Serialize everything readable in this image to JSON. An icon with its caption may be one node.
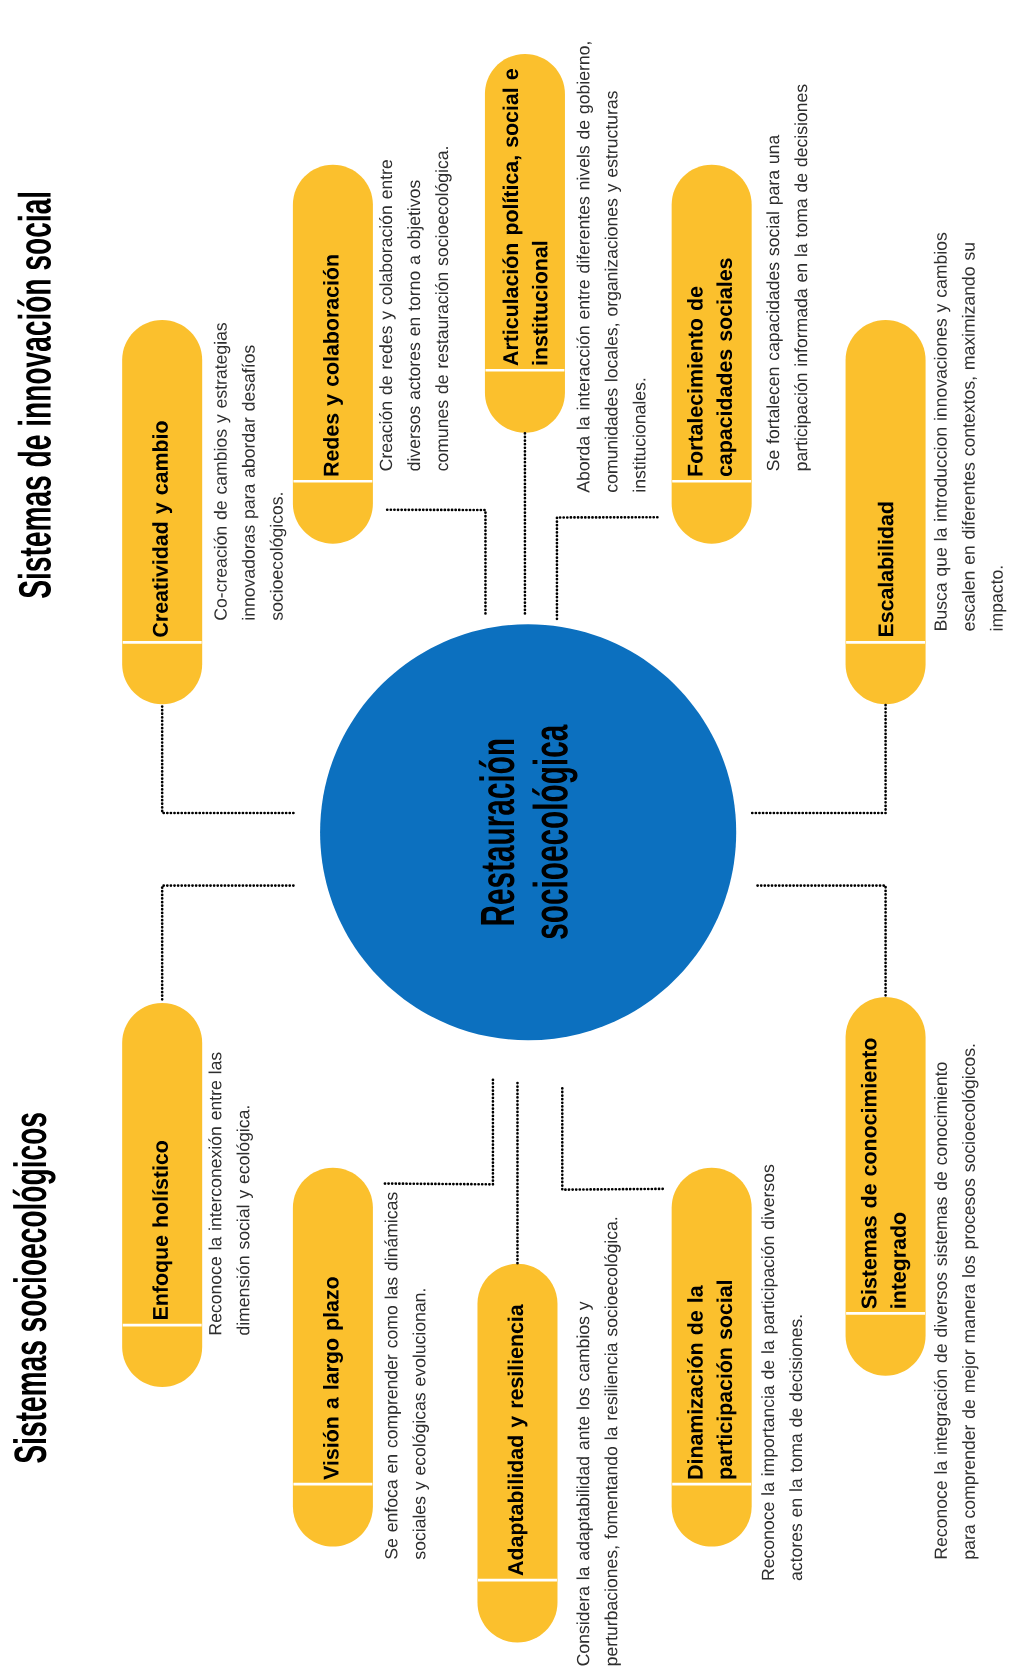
{
  "diagram": {
    "nodes": [
      {
        "text": [
          "Restauración socioecológica"
        ]
      },
      {
        "text": [
          "Creatividad y cambio"
        ],
        "beside": [
          "Co-creación de cambios y estrategias innovadoras para abordar desafíos socioecológicos."
        ]
      },
      {
        "text": [
          "Redes y colaboración"
        ],
        "beside": [
          "Creación de redes y colaboración entre diversos actores en torno a objetivos comunes de restauración socioecológica."
        ]
      },
      {
        "text": [
          "Articulación política, social e institucional"
        ],
        "beside": [
          "Aborda la interacción entre diferentes nivels de gobierno, comunidades locales, organizaciones y estructuras institucionales."
        ]
      },
      {
        "text": [
          "Fortalecimiento de capacidades sociales"
        ],
        "beside": [
          "Se fortalecen capacidades social para una participación informada en la toma de decisiones"
        ]
      },
      {
        "text": [
          "Escalabilidad"
        ],
        "beside": [
          "Busca que la introduccion innovaciones y cambios escalen en diferentes contextos, maximizando su impacto."
        ]
      },
      {
        "text": [
          "Enfoque holístico"
        ],
        "beside": [
          "Reconoce la interconexión entre las dimensión social y ecológica."
        ]
      },
      {
        "text": [
          "Visión a largo plazo"
        ],
        "beside": [
          "Se enfoca en comprender como las dinámicas sociales y ecológicas evolucionan."
        ]
      },
      {
        "text": [
          "Adaptabilidad y resiliencia"
        ],
        "beside": [
          "Considera la adaptabilidad ante los cambios y perturbaciones, fomentando la resiliencia socioecológica."
        ]
      },
      {
        "text": [
          "Dinamización de la participación social"
        ],
        "beside": [
          "Reconoce la importancia de la participación diversos actores en la toma de decisiones."
        ]
      },
      {
        "text": [
          "Sistemas de conocimiento integrado"
        ],
        "beside": [
          "Reconoce la integración de diversos sistemas de conocimiento para comprender de mejor manera los procesos socioecológicos."
        ]
      }
    ],
    "edges": [
      {
        "from": 0,
        "to": 1,
        "arrow": "none"
      },
      {
        "from": 0,
        "to": 2,
        "arrow": "none"
      },
      {
        "from": 0,
        "to": 3,
        "arrow": "none"
      },
      {
        "from": 0,
        "to": 4,
        "arrow": "none"
      },
      {
        "from": 0,
        "to": 5,
        "arrow": "none"
      },
      {
        "from": 0,
        "to": 6,
        "arrow": "none"
      },
      {
        "from": 0,
        "to": 7,
        "arrow": "none"
      },
      {
        "from": 0,
        "to": 8,
        "arrow": "none"
      },
      {
        "from": 0,
        "to": 9,
        "arrow": "none"
      },
      {
        "from": 0,
        "to": 10,
        "arrow": "none"
      }
    ],
    "labels": [
      "Sistemas de innovación social",
      "Sistemas socioecológicos"
    ]
  }
}
